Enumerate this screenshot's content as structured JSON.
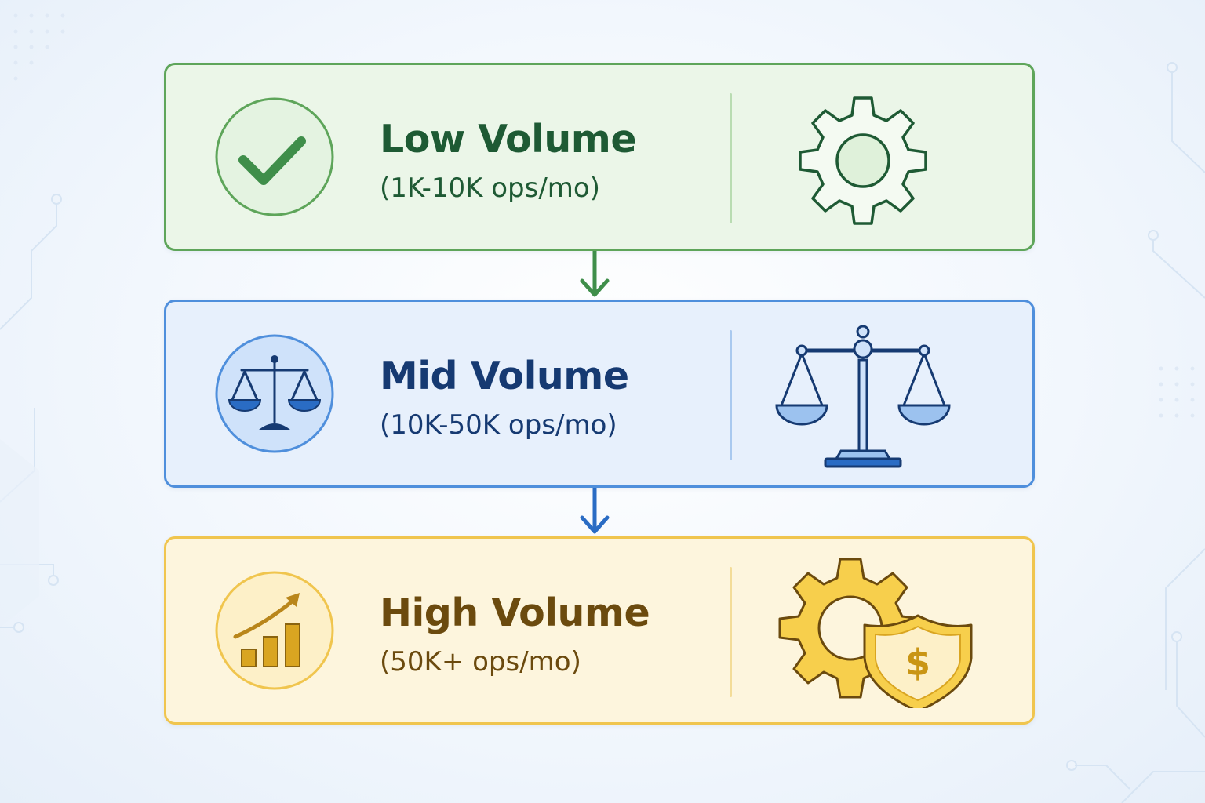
{
  "tiers": [
    {
      "title": "Low Volume",
      "subtitle": "(1K-10K ops/mo)",
      "badge_icon": "checkmark-icon",
      "side_icon": "gear-icon",
      "colors": {
        "border": "#5ea55a",
        "fill": "#ebf6e8",
        "title": "#1e5a34",
        "subtitle": "#1e5a34"
      }
    },
    {
      "title": "Mid Volume",
      "subtitle": "(10K-50K ops/mo)",
      "badge_icon": "balance-scale-icon",
      "side_icon": "balance-scale-icon",
      "colors": {
        "border": "#4f8fdc",
        "fill": "#e7f0fc",
        "title": "#163a72",
        "subtitle": "#163a72"
      }
    },
    {
      "title": "High Volume",
      "subtitle": "(50K+ ops/mo)",
      "badge_icon": "growth-chart-icon",
      "side_icon": "gear-shield-dollar-icon",
      "colors": {
        "border": "#f0c54e",
        "fill": "#fdf5dd",
        "title": "#6b4a0e",
        "subtitle": "#6b4a0e"
      }
    }
  ],
  "connectors": [
    {
      "color": "#3f8e4a"
    },
    {
      "color": "#2a6cc4"
    }
  ]
}
